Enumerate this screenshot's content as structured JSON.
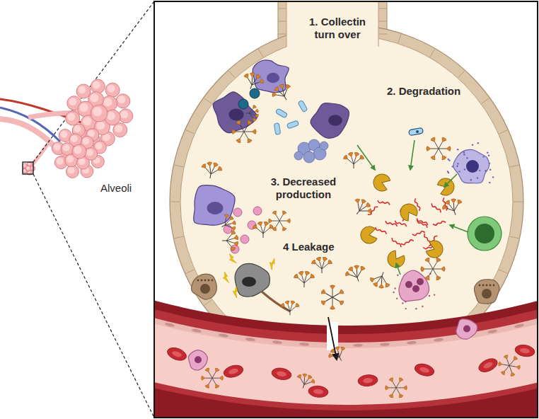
{
  "diagram": {
    "labels": [
      "Alveoli",
      "1. Collectin turn over",
      "2. Degradation",
      "3. Decreased production",
      "4 Leakage"
    ]
  }
}
